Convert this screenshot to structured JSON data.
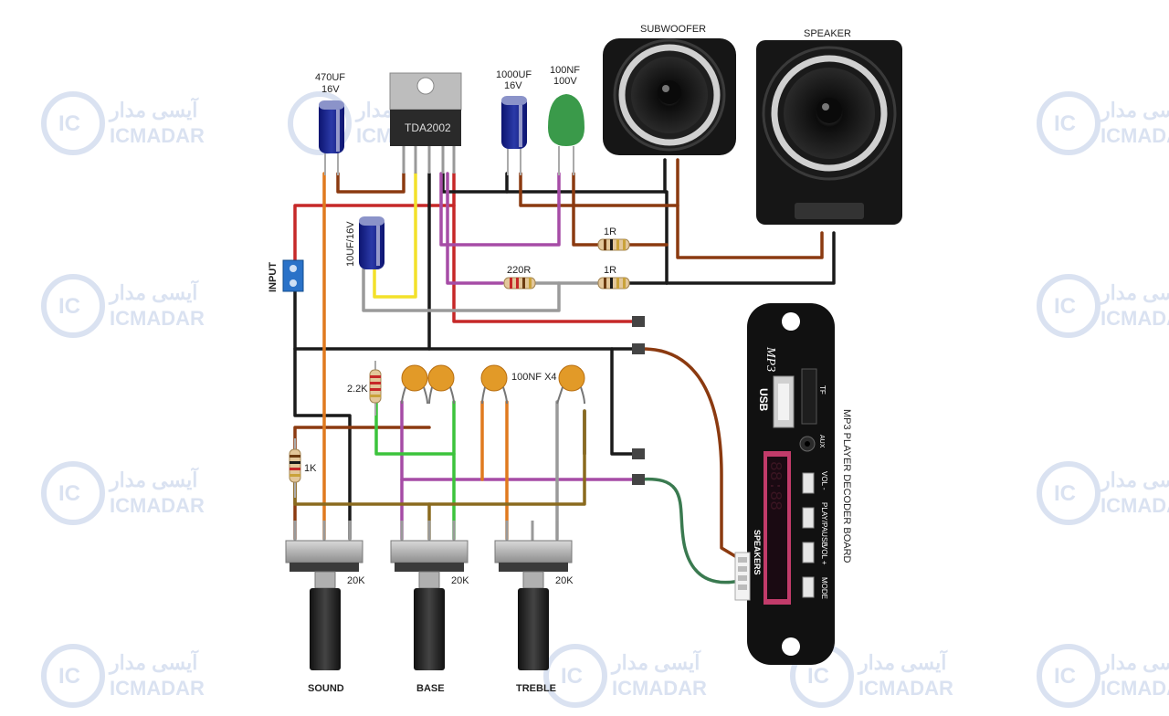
{
  "watermark": {
    "latin": "ICMADAR",
    "arabic": "آیسی مدار",
    "ic": "IC"
  },
  "labels": {
    "cap_470": "470UF",
    "cap_470_v": "16V",
    "ic_name": "TDA2002",
    "cap_1000": "1000UF",
    "cap_1000_v": "16V",
    "cap_100nf": "100NF",
    "cap_100nf_v": "100V",
    "subwoofer": "SUBWOOFER",
    "speaker": "SPEAKER",
    "cap_10uf": "10UF/16V",
    "input": "INPUT",
    "res_220": "220R",
    "res_1r_a": "1R",
    "res_1r_b": "1R",
    "res_22k": "2.2K",
    "caps_x4": "100NF X4",
    "res_1k": "1K",
    "pot_sound": "20K",
    "pot_base": "20K",
    "pot_treble": "20K",
    "knob_sound": "SOUND",
    "knob_base": "BASE",
    "knob_treble": "TREBLE"
  },
  "mp3": {
    "title": "MP3 PLAYER DECODER BOARD",
    "usb": "USB",
    "tf": "TF",
    "logo": "MP3",
    "aux": "AUX",
    "speakers": "SPEAKERS",
    "btn_vol_minus": "VOL -",
    "btn_play": "PLAY/PAUSE",
    "btn_vol_plus": "VOL +",
    "btn_mode": "MODE"
  },
  "colors": {
    "red": "#c62828",
    "black": "#1a1a1a",
    "brown": "#8b3a10",
    "yellow": "#f3e12a",
    "purple": "#a64ca6",
    "orange": "#e07a1f",
    "green": "#3cc33c",
    "grey": "#9a9a9a",
    "olive": "#8a6a1e"
  }
}
